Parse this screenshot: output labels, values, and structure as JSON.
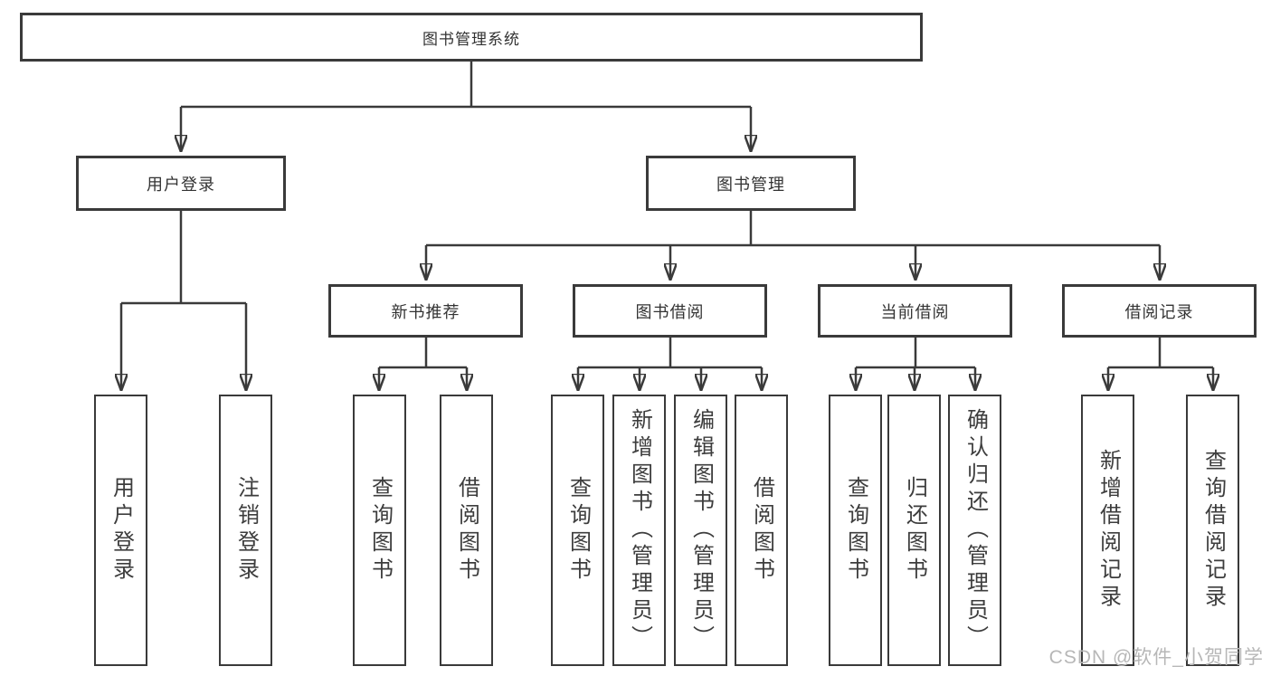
{
  "diagram": {
    "root": {
      "label": "图书管理系统"
    },
    "level2": [
      {
        "label": "用户登录"
      },
      {
        "label": "图书管理"
      }
    ],
    "level3": [
      {
        "label": "新书推荐",
        "parent": "图书管理"
      },
      {
        "label": "图书借阅",
        "parent": "图书管理"
      },
      {
        "label": "当前借阅",
        "parent": "图书管理"
      },
      {
        "label": "借阅记录",
        "parent": "图书管理"
      }
    ],
    "leaves": [
      {
        "label": "用户登录",
        "parent": "用户登录"
      },
      {
        "label": "注销登录",
        "parent": "用户登录"
      },
      {
        "label": "查询图书",
        "parent": "新书推荐"
      },
      {
        "label": "借阅图书",
        "parent": "新书推荐"
      },
      {
        "label": "查询图书",
        "parent": "图书借阅"
      },
      {
        "label": "新增图书（管理员）",
        "parent": "图书借阅"
      },
      {
        "label": "编辑图书（管理员）",
        "parent": "图书借阅"
      },
      {
        "label": "借阅图书",
        "parent": "图书借阅"
      },
      {
        "label": "查询图书",
        "parent": "当前借阅"
      },
      {
        "label": "归还图书",
        "parent": "当前借阅"
      },
      {
        "label": "确认归还（管理员）",
        "parent": "当前借阅"
      },
      {
        "label": "新增借阅记录",
        "parent": "借阅记录"
      },
      {
        "label": "查询借阅记录",
        "parent": "借阅记录"
      }
    ],
    "colors": {
      "line": "#3a3a3a",
      "text": "#333333",
      "background": "#ffffff",
      "watermark": "#b7b7b7"
    }
  },
  "watermark": {
    "text": "CSDN @软件_小贺同学"
  }
}
